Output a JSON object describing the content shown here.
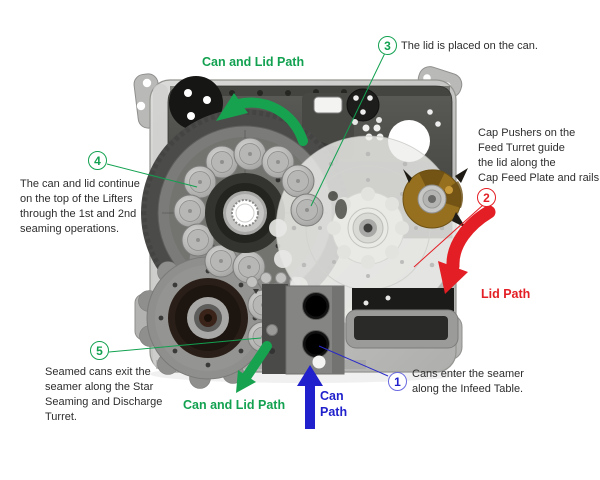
{
  "diagram": {
    "path_labels": {
      "top_can_lid_path": "Can and Lid Path",
      "bottom_can_lid_path": "Can and Lid Path",
      "lid_path": "Lid Path",
      "can_path": "Can\nPath"
    },
    "callouts": [
      {
        "number": "1",
        "color": "#2020cc",
        "text": "Cans enter the seamer\nalong the Infeed Table."
      },
      {
        "number": "2",
        "color": "#e31e24",
        "text": "Cap Pushers on the\nFeed Turret guide\nthe lid along the\nCap Feed Plate and rails."
      },
      {
        "number": "3",
        "color": "#12a150",
        "text": "The lid is placed on the can."
      },
      {
        "number": "4",
        "color": "#12a150",
        "text": "The can and lid continue\non the top of the Lifters\nthrough the 1st and 2nd\nseaming operations."
      },
      {
        "number": "5",
        "color": "#12a150",
        "text": "Seamed cans exit the\nseamer along the Star\nSeaming and Discharge\nTurret."
      }
    ],
    "colors": {
      "green": "#12a150",
      "red": "#e31e24",
      "blue": "#2020cc",
      "body_text": "#2d2d2d"
    }
  }
}
